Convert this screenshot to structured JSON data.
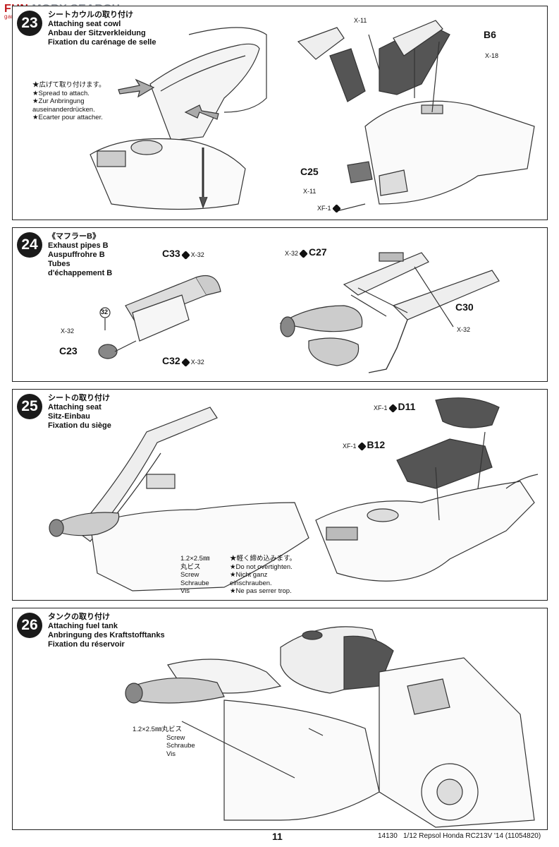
{
  "watermark": {
    "brand_a": "FUN",
    "brand_b": "MOBY SEARCH",
    "site": "gan-shop.com"
  },
  "steps": [
    {
      "num": "23",
      "jp": "シートカウルの取り付け",
      "en": "Attaching seat cowl",
      "de": "Anbau der Sitzverkleidung",
      "fr": "Fixation du carénage de selle",
      "note": [
        "★広げて取り付けます。",
        "★Spread to attach.",
        "★Zur Anbringung",
        "auseinanderdrücken.",
        "★Ecarter pour attacher."
      ],
      "parts": {
        "x11a": "X-11",
        "b6": "B6",
        "x18": "X-18",
        "c25": "C25",
        "x11b": "X-11",
        "xf1": "XF-1"
      }
    },
    {
      "num": "24",
      "jp": "《マフラーB》",
      "en": "Exhaust pipes B",
      "de": "Auspuffrohre B",
      "fr1": "Tubes",
      "fr2": "d'échappement B",
      "parts": {
        "c33": "C33",
        "x32a": "X-32",
        "c27": "C27",
        "x32b": "X-32",
        "c30": "C30",
        "x32c": "X-32",
        "c23": "C23",
        "x32d": "X-32",
        "c32": "C32",
        "x32e": "X-32",
        "ref": "32"
      }
    },
    {
      "num": "25",
      "jp": "シートの取り付け",
      "en": "Attaching seat",
      "de": "Sitz-Einbau",
      "fr": "Fixation du siège",
      "parts": {
        "xf1a": "XF-1",
        "d11": "D11",
        "xf1b": "XF-1",
        "b12": "B12"
      },
      "screw": [
        "1.2×2.5㎜",
        "丸ビス",
        "Screw",
        "Schraube",
        "Vis"
      ],
      "note": [
        "★軽く締め込みます。",
        "★Do not overtighten.",
        "★Nicht ganz",
        "einschrauben.",
        "★Ne pas serrer trop."
      ]
    },
    {
      "num": "26",
      "jp": "タンクの取り付け",
      "en": "Attaching fuel tank",
      "de": "Anbringung des Kraftstofftanks",
      "fr": "Fixation du réservoir",
      "screw": [
        "1.2×2.5㎜丸ビス",
        "Screw",
        "Schraube",
        "Vis"
      ]
    }
  ],
  "footer": {
    "page": "11",
    "code": "14130",
    "model": "1/12 Repsol Honda RC213V '14 (11054820)"
  }
}
